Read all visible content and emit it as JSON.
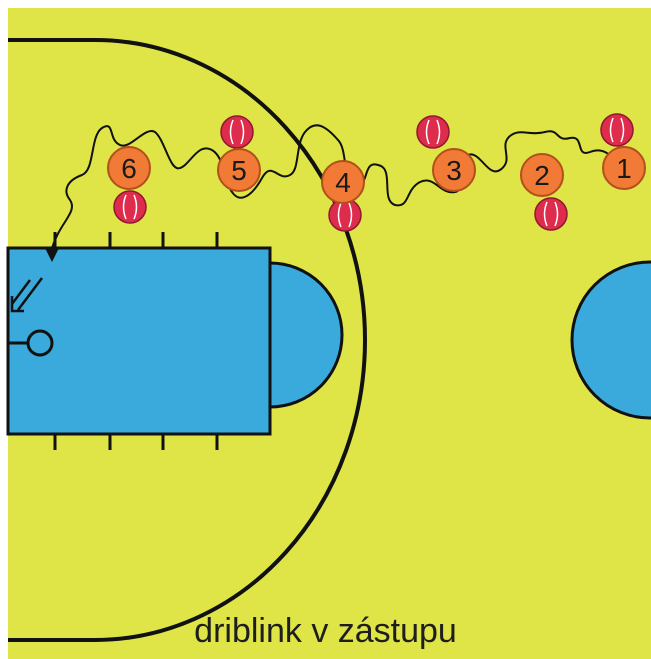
{
  "caption": "driblink v zástupu",
  "colors": {
    "court": "#dfe447",
    "key": "#3aa9dc",
    "line": "#111111",
    "player": "#f07a36",
    "ball": "#dd2c4c"
  },
  "players": [
    {
      "label": "1"
    },
    {
      "label": "2"
    },
    {
      "label": "3"
    },
    {
      "label": "4"
    },
    {
      "label": "5"
    },
    {
      "label": "6"
    }
  ]
}
